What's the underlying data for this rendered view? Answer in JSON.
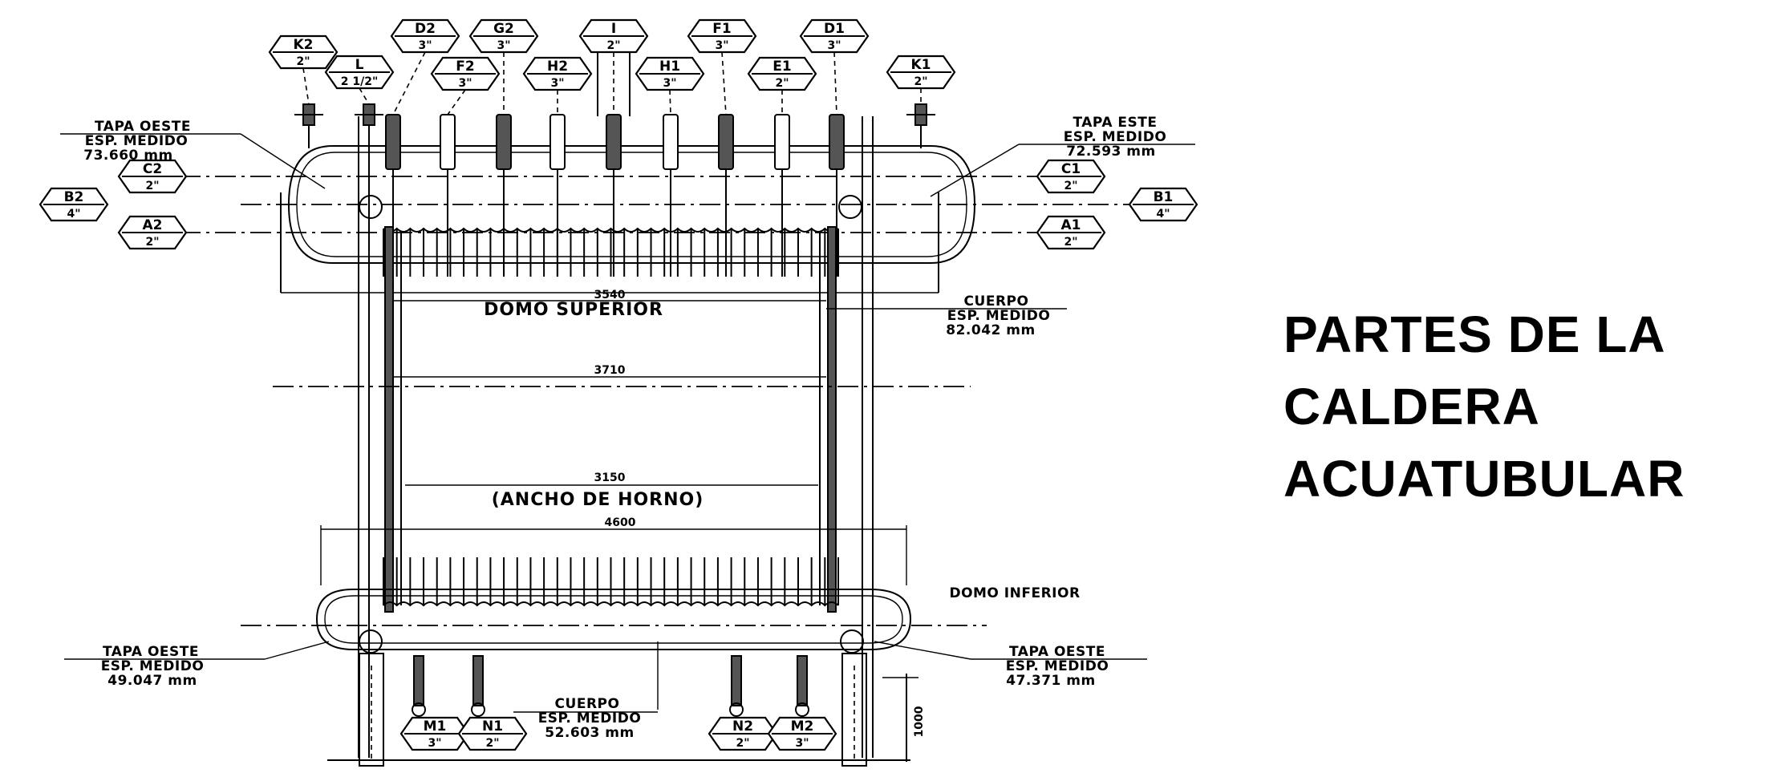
{
  "title": {
    "line1": "PARTES DE LA",
    "line2": "CALDERA",
    "line3": "ACUATUBULAR"
  },
  "drawing": {
    "top_nozzles": [
      {
        "id": "D2",
        "size": "3\""
      },
      {
        "id": "G2",
        "size": "3\""
      },
      {
        "id": "I",
        "size": "2\""
      },
      {
        "id": "F1",
        "size": "3\""
      },
      {
        "id": "D1",
        "size": "3\""
      },
      {
        "id": "F2",
        "size": "3\""
      },
      {
        "id": "H2",
        "size": "3\""
      },
      {
        "id": "H1",
        "size": "3\""
      },
      {
        "id": "E1",
        "size": "2\""
      }
    ],
    "valves": [
      {
        "id": "K2",
        "size": "2\""
      },
      {
        "id": "L",
        "size": "2 1/2\""
      },
      {
        "id": "K1",
        "size": "2\""
      }
    ],
    "side_left": [
      {
        "id": "C2",
        "size": "2\""
      },
      {
        "id": "B2",
        "size": "4\""
      },
      {
        "id": "A2",
        "size": "2\""
      }
    ],
    "side_right": [
      {
        "id": "C1",
        "size": "2\""
      },
      {
        "id": "B1",
        "size": "4\""
      },
      {
        "id": "A1",
        "size": "2\""
      }
    ],
    "bottom_nozzles": [
      {
        "id": "M1",
        "size": "3\""
      },
      {
        "id": "N1",
        "size": "2\""
      },
      {
        "id": "N2",
        "size": "2\""
      },
      {
        "id": "M2",
        "size": "3\""
      }
    ],
    "notes": {
      "tapa_oeste_top": {
        "l1": "TAPA OESTE",
        "l2": "ESP. MEDIDO",
        "l3": "73.660 mm"
      },
      "tapa_este_top": {
        "l1": "TAPA ESTE",
        "l2": "ESP. MEDIDO",
        "l3": "72.593 mm"
      },
      "cuerpo_top": {
        "l1": "CUERPO",
        "l2": "ESP. MEDIDO",
        "l3": "82.042 mm"
      },
      "tapa_oeste_bottom_left": {
        "l1": "TAPA OESTE",
        "l2": "ESP. MEDIDO",
        "l3": "49.047 mm"
      },
      "tapa_oeste_bottom_right": {
        "l1": "TAPA OESTE",
        "l2": "ESP. MEDIDO",
        "l3": "47.371 mm"
      },
      "cuerpo_bottom": {
        "l1": "CUERPO",
        "l2": "ESP. MEDIDO",
        "l3": "52.603 mm"
      }
    },
    "domo_superior": "DOMO SUPERIOR",
    "domo_inferior": "DOMO INFERIOR",
    "ancho_horno": "(ANCHO DE HORNO)",
    "dims": {
      "d1": "3540",
      "d2": "3710",
      "d3": "3150",
      "d4": "4600",
      "d5": "1000"
    }
  }
}
